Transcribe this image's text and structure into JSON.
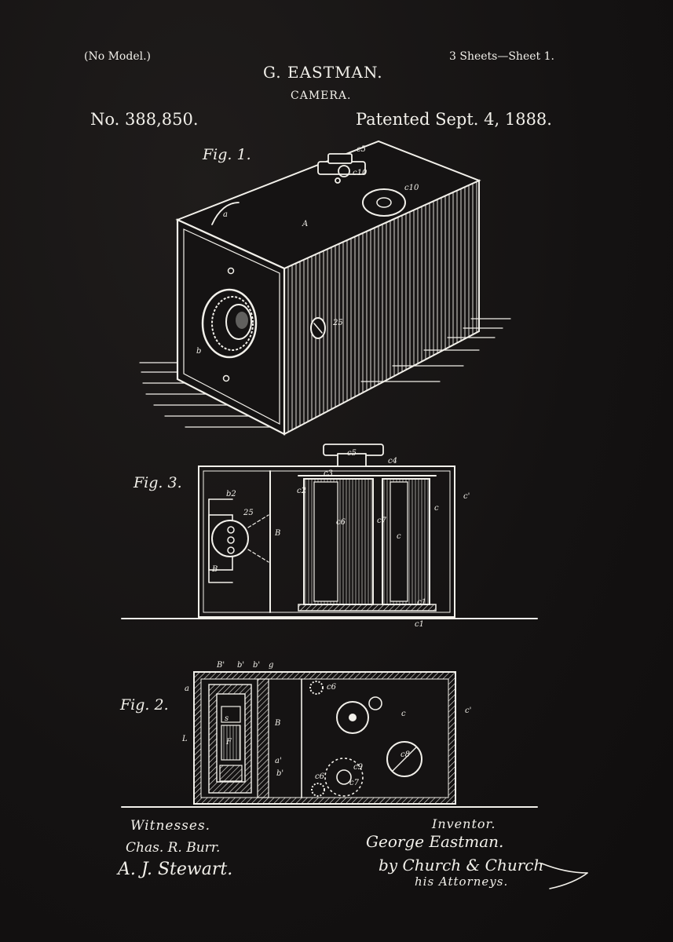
{
  "header": {
    "no_model": "(No Model.)",
    "sheets": "3 Sheets—Sheet 1.",
    "inventor_name": "G. EASTMAN.",
    "subject": "CAMERA.",
    "patent_number": "No. 388,850.",
    "patent_date": "Patented Sept. 4, 1888."
  },
  "figures": {
    "fig1": "Fig. 1.",
    "fig3": "Fig. 3.",
    "fig2": "Fig. 2."
  },
  "labels": {
    "fig1": [
      "c5",
      "c10",
      "c10",
      "a",
      "A",
      "b",
      "25"
    ],
    "fig3": [
      "c5",
      "c4",
      "c2",
      "c3",
      "c",
      "c'",
      "b2",
      "25",
      "B",
      "B",
      "c6",
      "c7",
      "c",
      "c1",
      "c1"
    ],
    "fig2": [
      "B'",
      "b'",
      "b'",
      "g",
      "a",
      "B",
      "L",
      "s",
      "F",
      "a'",
      "b'",
      "c6",
      "c'",
      "c",
      "c8",
      "c9",
      "c7",
      "c6"
    ]
  },
  "footer": {
    "witnesses_label": "Witnesses.",
    "witness_1": "Chas. R. Burr.",
    "witness_2": "A. J. Stewart.",
    "inventor_label": "Inventor.",
    "inventor_signature": "George Eastman.",
    "attorney_signature": "by Church & Church",
    "attorneys_label": "his Attorneys."
  },
  "colors": {
    "background": "#151313",
    "ink": "#f2f0ea"
  }
}
